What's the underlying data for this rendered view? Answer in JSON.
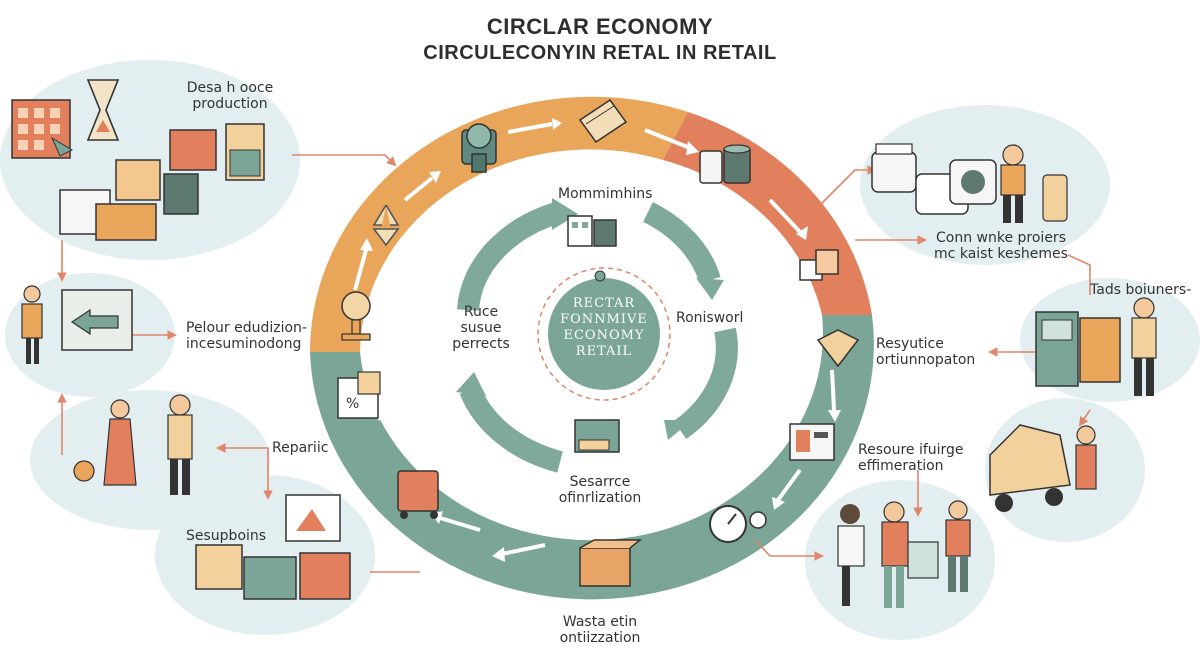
{
  "title": {
    "line1": "CIRCLAR ECONOMY",
    "line2": "CIRCULECONYIN RETAL IN RETAIL"
  },
  "hub": {
    "lines": [
      "RECTAR",
      "FONNMIVE",
      "ECONOMY",
      "RETAIL"
    ]
  },
  "inner_labels": {
    "top": "Mommimhins",
    "left": [
      "Ruce",
      "susue",
      "perrects"
    ],
    "right": "Ronisworl",
    "bottom": [
      "Sesarrce",
      "ofinrlization"
    ]
  },
  "left_labels": {
    "design": [
      "Desa h ooce",
      "production"
    ],
    "reduce": [
      "Pelour edudizion-",
      "incesuminodong"
    ],
    "repair": "Repariic",
    "sell": "Sesupboins"
  },
  "bottom_label": [
    "Wasta etin",
    "ontiizzation"
  ],
  "right_labels": {
    "consumer": [
      "Conn wnke proiers",
      "mc kaist keshemes"
    ],
    "tads": "Tads boiuners-",
    "recycle": [
      "Resyutice",
      "ortiunnopaton"
    ],
    "resource": [
      "Resoure ifuirge",
      "effimeration"
    ]
  },
  "colors": {
    "ring_orange": "#e9a55a",
    "ring_coral": "#e2805e",
    "ring_teal": "#7aa597",
    "ring_teal_dark": "#6b978a",
    "inner_arrow": "#7fa99b",
    "blob": "#e3eef0",
    "connector": "#e0866a",
    "hub": "#7aa597",
    "hub_dash": "#e0866a"
  }
}
